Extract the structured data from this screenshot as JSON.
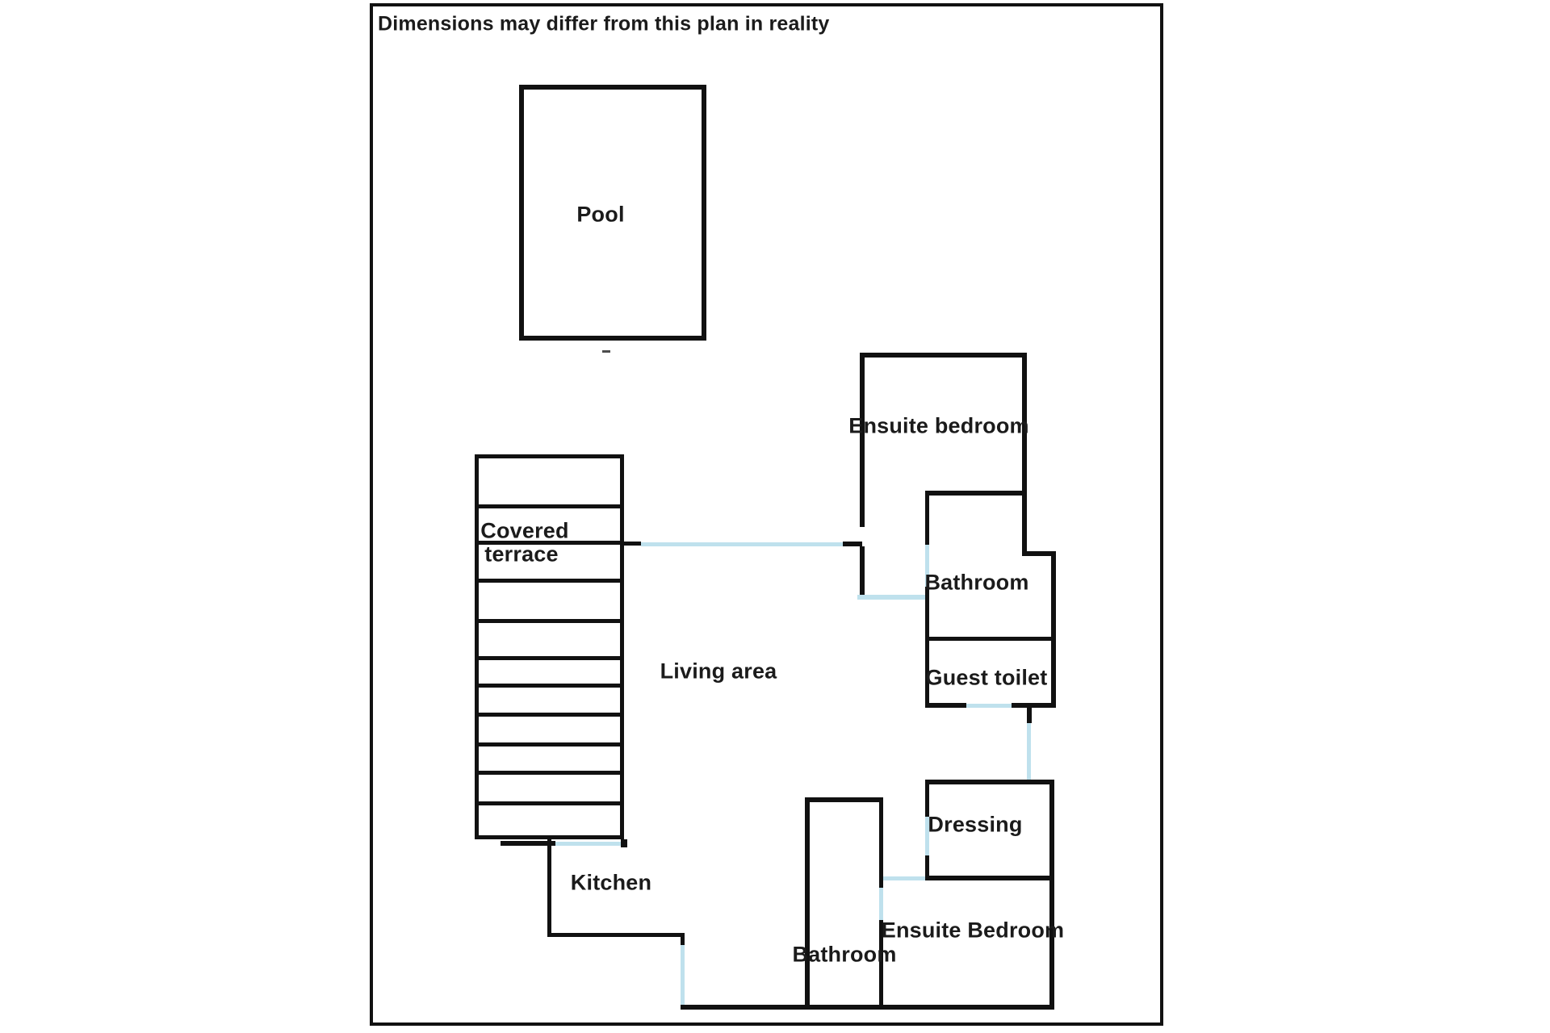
{
  "plan": {
    "disclaimer": "Dimensions may differ from this plan in reality",
    "rooms": {
      "pool": "Pool",
      "covered_terrace_line1": "Covered",
      "covered_terrace_line2": "terrace",
      "living_area": "Living area",
      "kitchen": "Kitchen",
      "ensuite_bedroom_top": "Ensuite bedroom",
      "bathroom_top": "Bathroom",
      "guest_toilet": "Guest toilet",
      "dressing": "Dressing",
      "ensuite_bedroom_bottom": "Ensuite Bedroom",
      "bathroom_bottom": "Bathroom"
    },
    "colors": {
      "wall": "#111111",
      "door_opening": "#bfe1ed",
      "text": "#1b1b1b",
      "background": "#ffffff"
    }
  }
}
